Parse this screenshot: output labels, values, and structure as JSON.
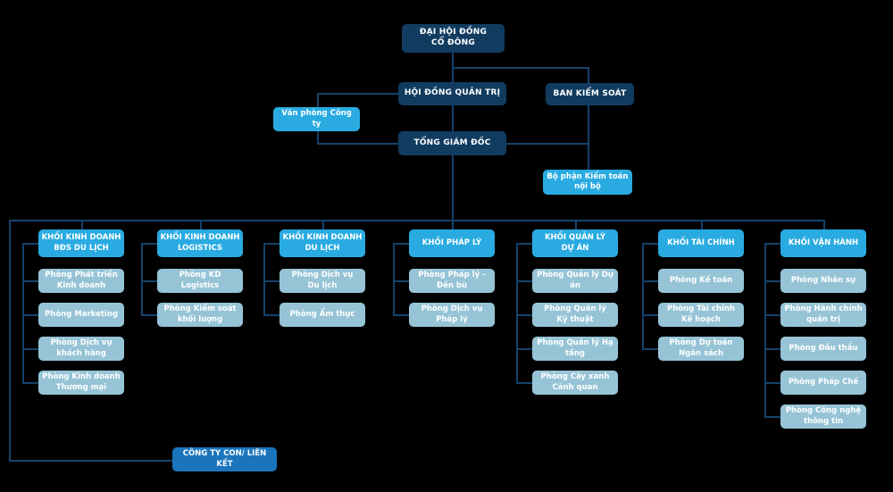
{
  "chart_title": "",
  "colors": {
    "background": "#000000",
    "dark_navy": "#113c60",
    "bright_blue": "#29abe2",
    "medium_blue": "#1b75bc",
    "light_blue": "#96c4d6",
    "line": "#15426b",
    "text": "#ffffff"
  },
  "nodes": {
    "shareholders_meeting": {
      "label": "ĐẠI HỘI ĐỒNG\nCỔ ĐÔNG"
    },
    "board_of_directors": {
      "label": "HỘI ĐỒNG QUẢN TRỊ"
    },
    "supervisory_board": {
      "label": "BAN KIỂM SOÁT"
    },
    "company_office": {
      "label": "Văn phòng Công ty"
    },
    "ceo": {
      "label": "TỔNG GIÁM ĐỐC"
    },
    "internal_audit": {
      "label": "Bộ phận Kiểm toán\nnội bộ"
    },
    "subsidiaries": {
      "label": "CÔNG TY CON/ LIÊN KẾT"
    }
  },
  "divisions": [
    {
      "label": "KHỐI KINH DOANH\nBĐS DU LỊCH",
      "departments": [
        "Phòng Phát triển\nKinh doanh",
        "Phòng Marketing",
        "Phòng Dịch vụ\nkhách hàng",
        "Phòng Kinh doanh\nThương mại"
      ]
    },
    {
      "label": "KHỐI KINH DOANH\nLOGISTICS",
      "departments": [
        "Phòng KD Logistics",
        "Phòng Kiểm soát\nkhối lượng"
      ]
    },
    {
      "label": "KHỐI KINH DOANH\nDU LỊCH",
      "departments": [
        "Phòng Dịch vụ\nDu lịch",
        "Phòng Ẩm thực"
      ]
    },
    {
      "label": "KHỐI PHÁP LÝ",
      "departments": [
        "Phòng Pháp lý -\nĐền bù",
        "Phòng Dịch vụ\nPháp lý"
      ]
    },
    {
      "label": "KHỐI QUẢN LÝ\nDỰ ÁN",
      "departments": [
        "Phòng Quản lý Dự án",
        "Phòng Quản lý\nKỹ thuật",
        "Phòng Quản lý Hạ tầng",
        "Phòng Cây xanh\nCảnh quan"
      ]
    },
    {
      "label": "KHỐI TÀI CHÍNH",
      "departments": [
        "Phòng Kế toán",
        "Phòng Tài chính\nKế hoạch",
        "Phòng Dự toán\nNgân sách"
      ]
    },
    {
      "label": "KHỐI VẬN HÀNH",
      "departments": [
        "Phòng Nhân sự",
        "Phòng Hành chính\nquản trị",
        "Phòng Đấu thầu",
        "Phòng Pháp Chế",
        "Phòng Công nghệ\nthông tin"
      ]
    }
  ]
}
